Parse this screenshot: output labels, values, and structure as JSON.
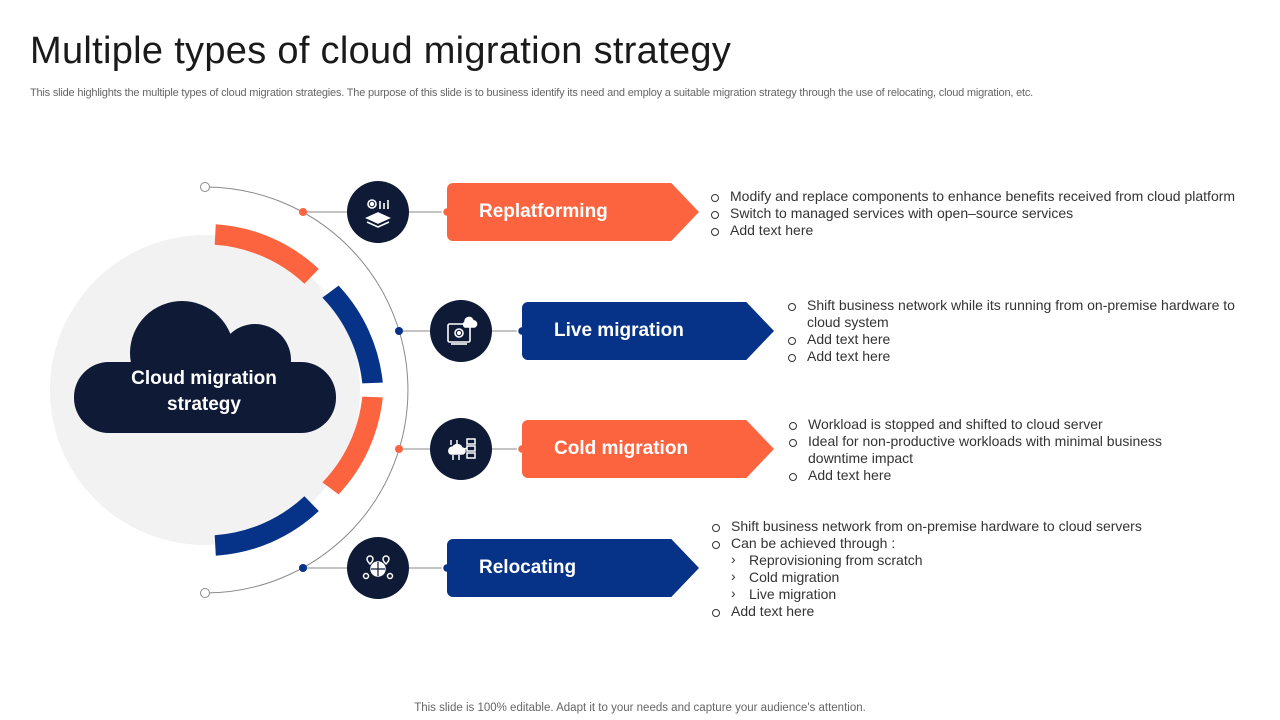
{
  "title": "Multiple types of cloud migration strategy",
  "subtitle": "This slide highlights the multiple types of cloud migration strategies. The purpose of this slide is to business identify its need and employ a suitable migration strategy through the use of relocating, cloud migration, etc.",
  "center": {
    "line1": "Cloud migration",
    "line2": "strategy"
  },
  "colors": {
    "orange": "#fc6440",
    "blue": "#063287",
    "navy": "#0e1a36",
    "circle": "#f2f2f2"
  },
  "strategies": [
    {
      "label": "Replatforming",
      "icon": "gear-layers-icon",
      "color": "orange",
      "bullets": [
        "Modify and replace components to enhance benefits received from cloud platform",
        "Switch to managed services with open–source services",
        "Add text here"
      ]
    },
    {
      "label": "Live migration",
      "icon": "cloud-gear-monitor-icon",
      "color": "blue",
      "bullets": [
        "Shift business network while its running from on-premise hardware to cloud system",
        "Add text here",
        "Add text here"
      ]
    },
    {
      "label": "Cold migration",
      "icon": "cloud-server-network-icon",
      "color": "orange",
      "bullets": [
        "Workload is stopped and shifted to cloud server",
        "Ideal for non-productive workloads with minimal  business downtime impact",
        "Add text here"
      ]
    },
    {
      "label": "Relocating",
      "icon": "globe-location-icon",
      "color": "blue",
      "bullets": [
        "Shift business network from on-premise hardware to cloud servers",
        "Can be achieved through :",
        "Reprovisioning from scratch",
        "Cold migration",
        "Live migration",
        "Add text here"
      ]
    }
  ],
  "footer": "This slide is 100% editable. Adapt it to your needs and capture your audience's attention."
}
